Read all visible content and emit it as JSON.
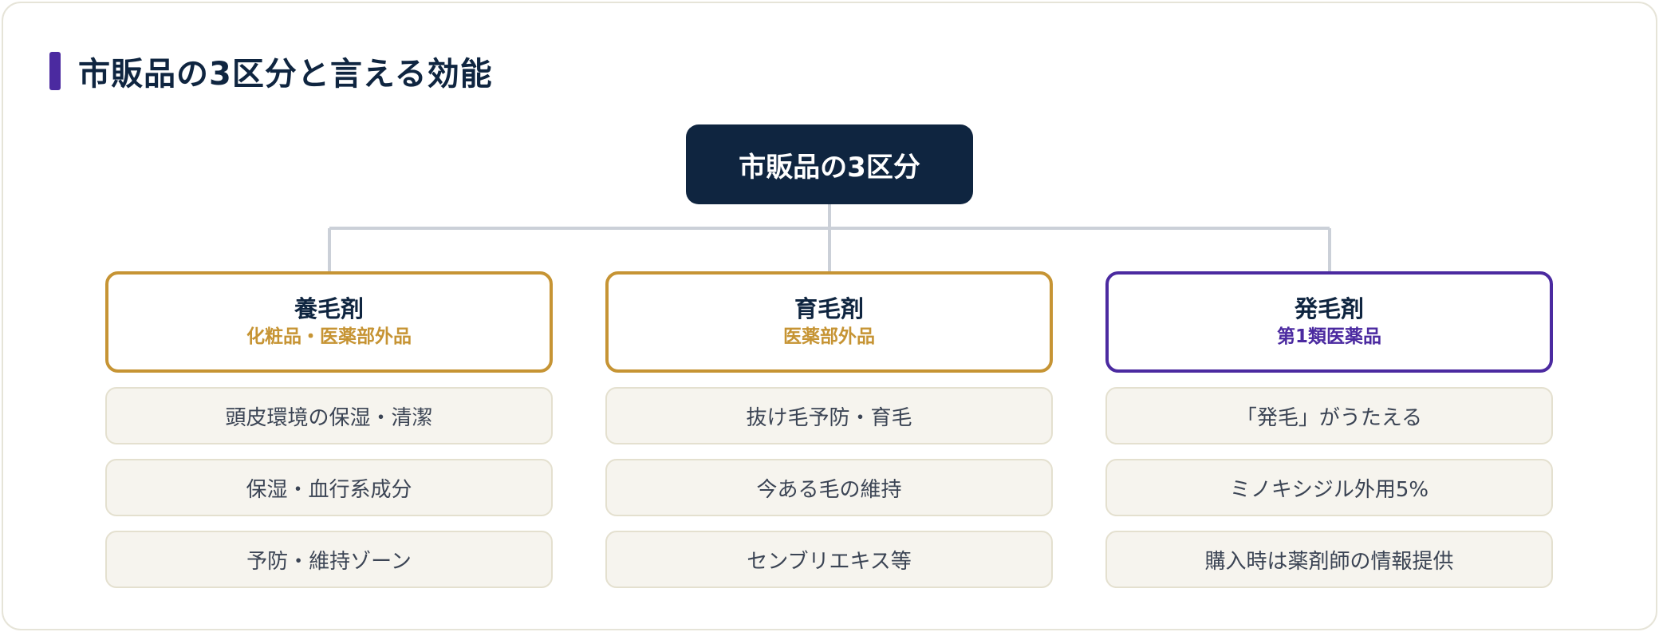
{
  "heading": {
    "title": "市販品の3区分と言える効能"
  },
  "root": {
    "label": "市販品の3区分"
  },
  "colors": {
    "navy": "#0f2540",
    "gold": "#c69434",
    "purple": "#4b2aa0",
    "connector": "#cbd0d8"
  },
  "categories": [
    {
      "title": "養毛剤",
      "subtitle": "化粧品・医薬部外品",
      "features": [
        "頭皮環境の保湿・清潔",
        "保湿・血行系成分",
        "予防・維持ゾーン"
      ]
    },
    {
      "title": "育毛剤",
      "subtitle": "医薬部外品",
      "features": [
        "抜け毛予防・育毛",
        "今ある毛の維持",
        "センブリエキス等"
      ]
    },
    {
      "title": "発毛剤",
      "subtitle": "第1類医薬品",
      "features": [
        "「発毛」がうたえる",
        "ミノキシジル外用5%",
        "購入時は薬剤師の情報提供"
      ]
    }
  ]
}
